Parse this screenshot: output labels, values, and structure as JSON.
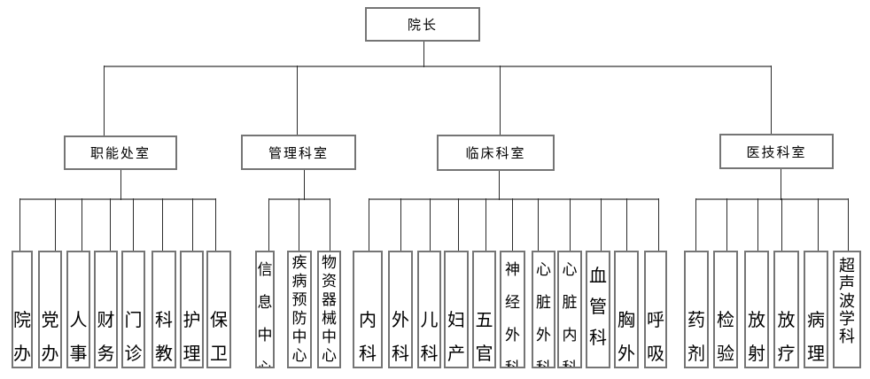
{
  "org": {
    "root": "院长",
    "groups": [
      {
        "label": "职能处室",
        "children": [
          "院办",
          "党办",
          "人事",
          "财务",
          "门诊",
          "科教",
          "护理",
          "保卫"
        ]
      },
      {
        "label": "管理科室",
        "children": [
          "信息中心",
          "疾病预防中心",
          "物资器械中心"
        ]
      },
      {
        "label": "临床科室",
        "children": [
          "内科",
          "外科",
          "儿科",
          "妇产",
          "五官",
          "神经外科",
          "心脏外科",
          "心脏内科",
          "血管科",
          "胸外",
          "呼吸"
        ]
      },
      {
        "label": "医技科室",
        "children": [
          "药剂",
          "检验",
          "放射",
          "放疗",
          "病理",
          "超声波学科"
        ]
      }
    ]
  },
  "colors": {
    "background": "#ffffff",
    "text": "#000000",
    "box_border": "#757575",
    "connector_horizontal": "#808080",
    "connector_vertical": "#2b2b2b"
  }
}
